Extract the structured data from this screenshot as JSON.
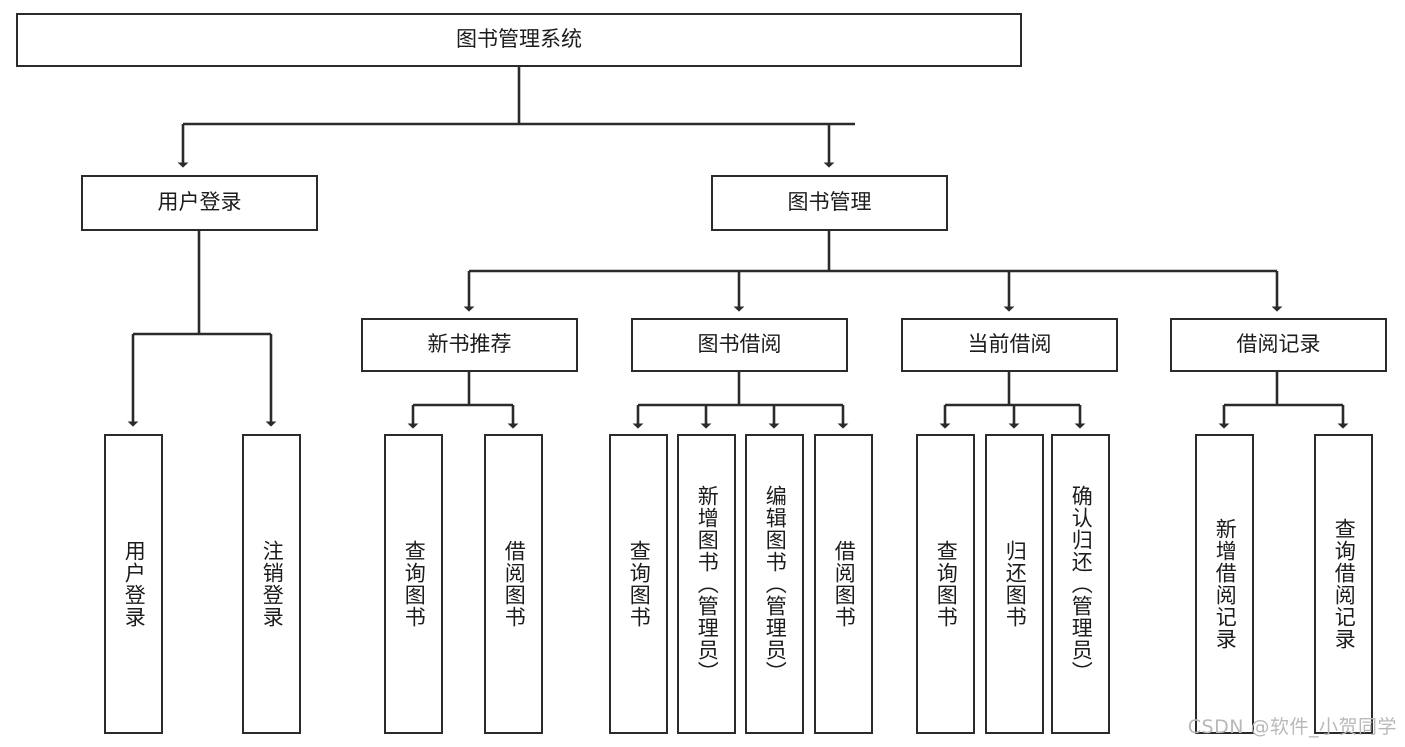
{
  "diagram": {
    "title": "图书管理系统",
    "type": "tree-hierarchy",
    "root": {
      "label": "图书管理系统"
    },
    "level2": [
      {
        "label": "用户登录"
      },
      {
        "label": "图书管理"
      }
    ],
    "level3": [
      {
        "label": "新书推荐"
      },
      {
        "label": "图书借阅"
      },
      {
        "label": "当前借阅"
      },
      {
        "label": "借阅记录"
      }
    ],
    "leaves": {
      "user_login": [
        {
          "label": "用户登录"
        },
        {
          "label": "注销登录"
        }
      ],
      "new_book_recommend": [
        {
          "label": "查询图书"
        },
        {
          "label": "借阅图书"
        }
      ],
      "book_borrow": [
        {
          "label": "查询图书"
        },
        {
          "label": "新增图书（管理员）"
        },
        {
          "label": "编辑图书（管理员）"
        },
        {
          "label": "借阅图书"
        }
      ],
      "current_borrow": [
        {
          "label": "查询图书"
        },
        {
          "label": "归还图书"
        },
        {
          "label": "确认归还（管理员）"
        }
      ],
      "borrow_record": [
        {
          "label": "新增借阅记录"
        },
        {
          "label": "查询借阅记录"
        }
      ]
    }
  },
  "watermark": {
    "text": "CSDN @软件_小贺同学"
  },
  "colors": {
    "stroke": "#2b2b2b",
    "background": "#ffffff",
    "text": "#1c1c1c",
    "watermark": "#b9b9b9"
  }
}
